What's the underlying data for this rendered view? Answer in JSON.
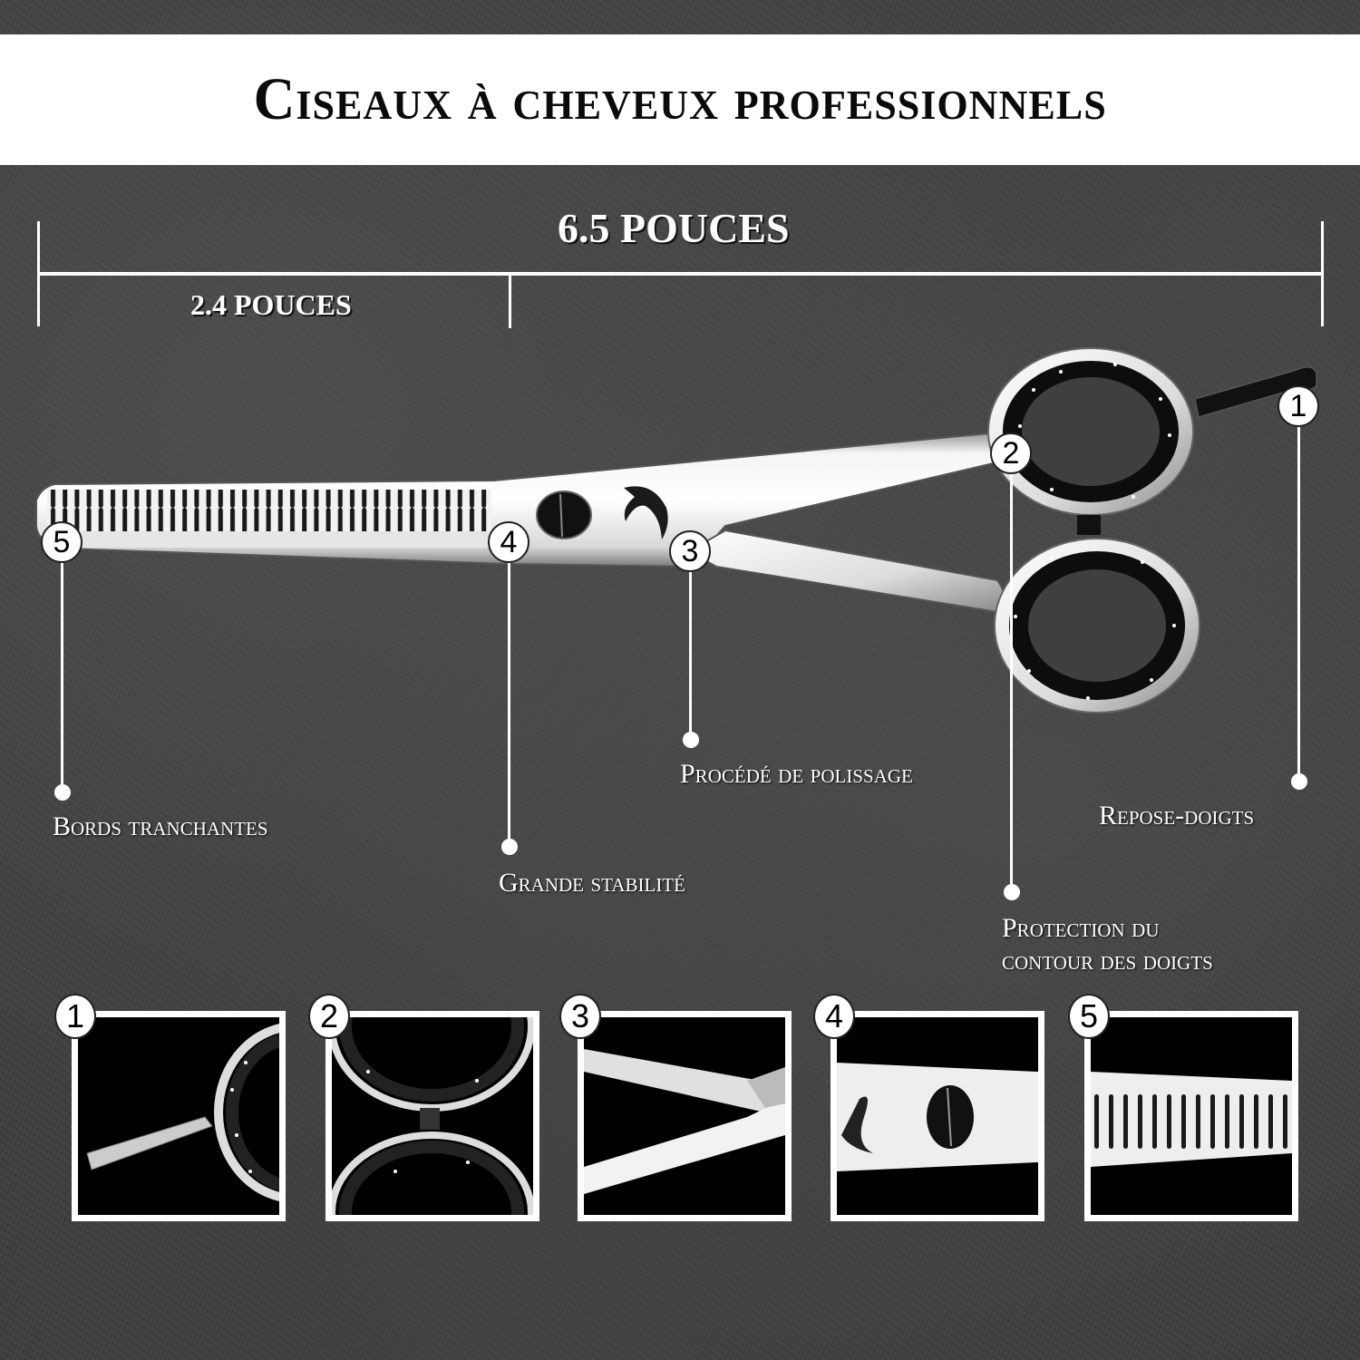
{
  "title": "Ciseaux à cheveux professionnels",
  "dimensions": {
    "total_length": "6.5 POUCES",
    "blade_length": "2.4 POUCES"
  },
  "callouts": [
    {
      "number": "1",
      "label": "Repose-doigts"
    },
    {
      "number": "2",
      "label_line1": "Protection du",
      "label_line2": "contour des doigts"
    },
    {
      "number": "3",
      "label": "Procédé de polissage"
    },
    {
      "number": "4",
      "label": "Grande stabilité"
    },
    {
      "number": "5",
      "label": "Bords tranchantes"
    }
  ],
  "thumbnails": [
    {
      "number": "1",
      "subject": "finger-rest-detail"
    },
    {
      "number": "2",
      "subject": "finger-ring-contour-detail"
    },
    {
      "number": "3",
      "subject": "polished-shank-detail"
    },
    {
      "number": "4",
      "subject": "pivot-screw-detail"
    },
    {
      "number": "5",
      "subject": "thinning-teeth-detail"
    }
  ],
  "colors": {
    "background": "#3d3d3d",
    "banner": "#ffffff",
    "title_text": "#0a0a0a",
    "label_text": "#ffffff",
    "steel": "#e8e8e8"
  }
}
